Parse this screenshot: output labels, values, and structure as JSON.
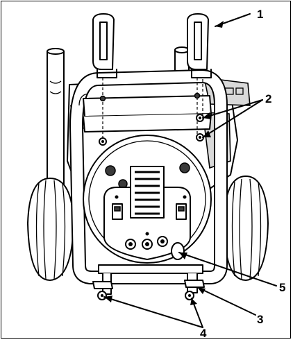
{
  "callouts": [
    {
      "id": "1",
      "label": "1"
    },
    {
      "id": "2",
      "label": "2"
    },
    {
      "id": "3",
      "label": "3"
    },
    {
      "id": "4",
      "label": "4"
    },
    {
      "id": "5",
      "label": "5"
    }
  ],
  "colors": {
    "line": "#000000",
    "fill": "#ffffff",
    "shade": "#d9d9d9",
    "dark": "#3a3a3a"
  }
}
